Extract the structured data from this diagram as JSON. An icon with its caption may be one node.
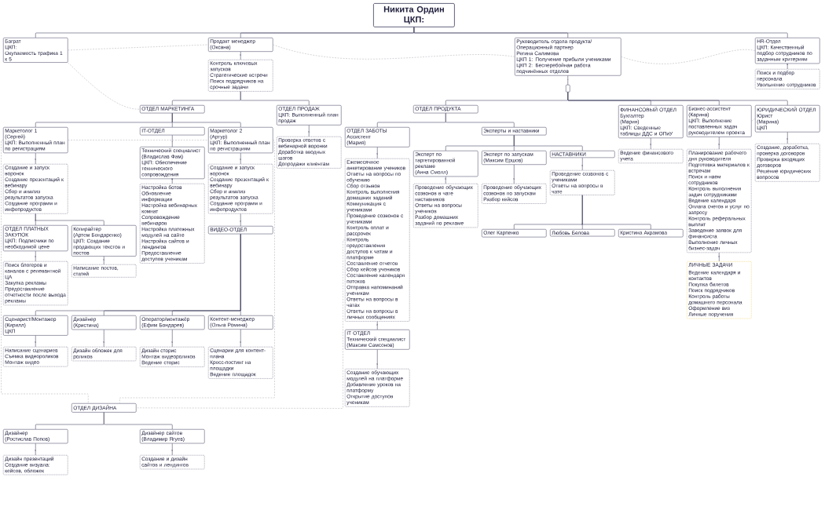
{
  "diagram": {
    "nodes": [
      {
        "text": [
          "Никита Ордин",
          "ЦКП:"
        ]
      },
      {
        "text": [
          "Баграт",
          "ЦКП:",
          "Окупаемость трафика 1 к 5"
        ]
      },
      {
        "text": [
          "Продакт менеджер",
          "(Оксана)"
        ]
      },
      {
        "text": [
          "Контроль ключевых запусков",
          "Стратегические встречи",
          "Поиск подрядчиков на срочные задачи"
        ]
      },
      {
        "text": [
          "Руководитель отдела продукта/",
          "Операционный партнер",
          "Регина Салимова",
          "ЦКП 1: Получение прибыли учениками",
          "ЦКП 2: Бесперебойная работа подчинённых отделов"
        ]
      },
      {
        "text": [
          "HR-Отдел",
          "ЦКП: Качественный подбор сотрудников по заданным критериям"
        ]
      },
      {
        "text": [
          "Поиск и подбор персонала",
          "Увольнение сотрудников"
        ]
      },
      {
        "text": [],
        "shape": "box"
      },
      {
        "text": [
          "ОТДЕЛ МАРКЕТИНГА"
        ]
      },
      {
        "text": [
          "ОТДЕЛ ПРОДАЖ",
          "ЦКП: Выполненный план продаж"
        ]
      },
      {
        "text": [
          "Проверка ответов с вебинарной воронки",
          "Доработка вводных шагов",
          "Допродажи клиентам"
        ]
      },
      {
        "text": [
          "Маркетолог 1",
          "(Сергей)",
          "ЦКП: Выполненный план по регистрациям"
        ]
      },
      {
        "text": [
          "IT-ОТДЕЛ"
        ]
      },
      {
        "text": [
          "Маркетолог 2",
          "(Артур)",
          "ЦКП: Выполненный план по регистрациям"
        ]
      },
      {
        "text": [
          "Создание и запуск воронок",
          "Создание презентаций к вебинару",
          "Сбор и анализ результатов запуска",
          "Создание программ и инфопродуктов"
        ]
      },
      {
        "text": [
          "Создание и запуск воронок",
          "Создание презентаций к вебинару",
          "Сбор и анализ результатов запуска",
          "Создание программ и инфопродуктов"
        ]
      },
      {
        "text": [
          "ОТДЕЛ ПЛАТНЫХ ЗАКУПОК",
          "ЦКП: Подписчики по необходимой цене"
        ]
      },
      {
        "text": [
          "Копирайтер",
          "(Артем Бондаренко)",
          "ЦКП: Создание продающих текстов и постов"
        ]
      },
      {
        "text": [
          "Поиск блогеров и каналов с релевантной ЦА",
          "Закупка рекламы",
          "Предоставление отчетности после выхода рекламы"
        ]
      },
      {
        "text": [
          "Написание постов, статей"
        ]
      },
      {
        "text": [
          "Технический специалист",
          "(Владислав Фам)",
          "ЦКП: Обеспечение технического сопровождения"
        ]
      },
      {
        "text": [
          "Настройка ботов",
          "Обновление информации",
          "Настройка вебинарных комнат",
          "Сопровождение вебинаров",
          "Настройка платежных модулей на сайте",
          "Настройка сайтов и лендингов",
          "Предоставление доступов ученикам"
        ]
      },
      {
        "text": [
          "ВИДЕО-ОТДЕЛ"
        ]
      },
      {
        "text": [
          "Сценарист/Монтажер",
          "(Кирилл)",
          "ЦКП"
        ]
      },
      {
        "text": [
          "Дизайнер",
          "(Кристина)"
        ]
      },
      {
        "text": [
          "Оператор/монтажёр",
          "(Ефим Бондарев)"
        ]
      },
      {
        "text": [
          "Контент-менеджер",
          "(Ольга Ромина)"
        ]
      },
      {
        "text": [
          "Написание сценариев",
          "Съемка видеороликов",
          "Монтаж видео"
        ]
      },
      {
        "text": [
          "Дизайн обложек для роликов"
        ]
      },
      {
        "text": [
          "Дизайн сторис",
          "Монтаж видеороликов",
          "Ведение сторис"
        ]
      },
      {
        "text": [
          "Сценарии для контент-плана",
          "Кросс-постинг на площадки",
          "Ведение площадок"
        ]
      },
      {
        "text": [
          "ОТДЕЛ ДИЗАЙНА"
        ]
      },
      {
        "text": [
          "Дизайнер",
          "(Ростислав Попов)"
        ]
      },
      {
        "text": [
          "Дизайнер сайтов",
          "(Владимир Ягуев)"
        ]
      },
      {
        "text": [
          "Дизайн презентаций",
          "Создание визуала: кейсов, обложек"
        ]
      },
      {
        "text": [
          "Создание и дизайн сайтов и лендингов"
        ]
      },
      {
        "text": [
          "ОТДЕЛ ПРОДУКТА"
        ]
      },
      {
        "text": [
          "ФИНАНСОВЫЙ ОТДЕЛ",
          "Бухгалтер",
          "(Мария)",
          "ЦКП: Сведенные таблицы ДДС и ОПиУ"
        ]
      },
      {
        "text": [
          "Бизнес-ассистент",
          "(Карина)",
          "ЦКП: Выполнение поставленных задач руководителем проекта"
        ]
      },
      {
        "text": [
          "ЮРИДИЧЕСКИЙ ОТДЕЛ",
          "Юрист",
          "(Марина)",
          "ЦКП"
        ]
      },
      {
        "text": [
          "Ведение финансового учета"
        ]
      },
      {
        "text": [
          "Планирование рабочего дня руководителя",
          "Подготовка материалов к встречам",
          "Поиск и наем сотрудников",
          "Контроль выполнения задач сотрудниками",
          "Ведение календаря",
          "Оплата счетов и услуг по запросу",
          "Контроль реферальных выплат",
          "Заведение заявок для финансиста",
          "Выполнение личных бизнес-задач"
        ]
      },
      {
        "text": [
          "ЛИЧНЫЕ ЗАДАЧИ",
          "Ведение календаря и контактов",
          "Покупка билетов",
          "Поиск подрядчиков",
          "Контроль работы домашнего персонала",
          "Оформление виз",
          "Личные поручения"
        ]
      },
      {
        "text": [
          "Создание, доработка, проверка договоров",
          "Проверка входящих договоров",
          "Решение юридических вопросов"
        ]
      },
      {
        "text": [
          "ОТДЕЛ ЗАБОТЫ",
          "Ассистент",
          "(Мария)"
        ]
      },
      {
        "text": [
          "Эксперты и наставники"
        ]
      },
      {
        "text": [
          "Ежемесячное анкетирование учеников",
          "Ответы на вопросы по обучению",
          "Сбор отзывов",
          "Контроль выполнения домашних заданий",
          "Коммуникация с учениками",
          "Проведение созвонов с учениками",
          "Контроль оплат и рассрочек",
          "Контроль предоставления доступов к чатам и платформе",
          "Составление отчетов",
          "Сбор кейсов учеников",
          "Составление календаря потоков",
          "Отправка напоминаний ученикам",
          "Ответы на вопросы в чатах",
          "Ответы на вопросы в личных сообщениях"
        ]
      },
      {
        "text": [
          "IT ОТДЕЛ",
          "Технический специалист",
          "(Максим Самсонов)"
        ]
      },
      {
        "text": [
          "Создание обучающих модулей на платформе",
          "Добавление уроков на платформу",
          "Открытие доступов ученикам"
        ]
      },
      {
        "text": [
          "Эксперт по таргетированной рекламе",
          "(Анна Смолл)"
        ]
      },
      {
        "text": [
          "Эксперт по запускам",
          "(Максим Ершов)"
        ]
      },
      {
        "text": [
          "НАСТАВНИКИ"
        ]
      },
      {
        "text": [
          "Проведение обучающих созвонов в чате наставников",
          "Ответы на вопросы учеников",
          "Разбор домашних заданий по рекламе"
        ]
      },
      {
        "text": [
          "Проведение обучающих созвонов по запускам",
          "Разбор кейсов"
        ]
      },
      {
        "text": [
          "Проведение созвонов с учениками",
          "Ответы на вопросы в чате"
        ]
      },
      {
        "text": [
          "Олег Карпенко"
        ]
      },
      {
        "text": [
          "Любовь Белова"
        ]
      },
      {
        "text": [
          "Кристина Акрамова"
        ]
      }
    ],
    "edges": [
      {
        "from": 0,
        "to": 1,
        "arrow": "none"
      },
      {
        "from": 0,
        "to": 2,
        "arrow": "none"
      },
      {
        "from": 0,
        "to": 4,
        "arrow": "none"
      },
      {
        "from": 0,
        "to": 5,
        "arrow": "none"
      },
      {
        "from": 2,
        "to": 3,
        "arrow": "none"
      },
      {
        "from": 3,
        "to": 8,
        "arrow": "none"
      },
      {
        "from": 3,
        "to": 9,
        "arrow": "none"
      },
      {
        "from": 9,
        "to": 10,
        "arrow": "none"
      },
      {
        "from": 4,
        "to": 7,
        "arrow": "none"
      },
      {
        "from": 5,
        "to": 6,
        "arrow": "none"
      },
      {
        "from": 7,
        "to": 36,
        "arrow": "none"
      },
      {
        "from": 7,
        "to": 37,
        "arrow": "none"
      },
      {
        "from": 7,
        "to": 38,
        "arrow": "none"
      },
      {
        "from": 7,
        "to": 39,
        "arrow": "none"
      },
      {
        "from": 8,
        "to": 11,
        "arrow": "none"
      },
      {
        "from": 8,
        "to": 12,
        "arrow": "none"
      },
      {
        "from": 8,
        "to": 13,
        "arrow": "none"
      },
      {
        "from": 11,
        "to": 14,
        "arrow": "none"
      },
      {
        "from": 14,
        "to": 16,
        "arrow": "none"
      },
      {
        "from": 14,
        "to": 17,
        "arrow": "none"
      },
      {
        "from": 16,
        "to": 18,
        "arrow": "none"
      },
      {
        "from": 17,
        "to": 19,
        "arrow": "none"
      },
      {
        "from": 12,
        "to": 20,
        "arrow": "none"
      },
      {
        "from": 20,
        "to": 21,
        "arrow": "none"
      },
      {
        "from": 13,
        "to": 15,
        "arrow": "none"
      },
      {
        "from": 15,
        "to": 22,
        "arrow": "none"
      },
      {
        "from": 22,
        "to": 23,
        "arrow": "none"
      },
      {
        "from": 22,
        "to": 24,
        "arrow": "none"
      },
      {
        "from": 22,
        "to": 25,
        "arrow": "none"
      },
      {
        "from": 22,
        "to": 26,
        "arrow": "none"
      },
      {
        "from": 23,
        "to": 27,
        "arrow": "none"
      },
      {
        "from": 24,
        "to": 28,
        "arrow": "none"
      },
      {
        "from": 25,
        "to": 29,
        "arrow": "none"
      },
      {
        "from": 26,
        "to": 30,
        "arrow": "none"
      },
      {
        "from": 31,
        "to": 32,
        "arrow": "none"
      },
      {
        "from": 31,
        "to": 33,
        "arrow": "none"
      },
      {
        "from": 32,
        "to": 34,
        "arrow": "none"
      },
      {
        "from": 33,
        "to": 35,
        "arrow": "none"
      },
      {
        "from": 36,
        "to": 44,
        "arrow": "none"
      },
      {
        "from": 36,
        "to": 45,
        "arrow": "none"
      },
      {
        "from": 44,
        "to": 46,
        "arrow": "none"
      },
      {
        "from": 46,
        "to": 47,
        "arrow": "none"
      },
      {
        "from": 47,
        "to": 48,
        "arrow": "none"
      },
      {
        "from": 45,
        "to": 49,
        "arrow": "none"
      },
      {
        "from": 45,
        "to": 50,
        "arrow": "none"
      },
      {
        "from": 45,
        "to": 51,
        "arrow": "none"
      },
      {
        "from": 49,
        "to": 52,
        "arrow": "none"
      },
      {
        "from": 50,
        "to": 53,
        "arrow": "none"
      },
      {
        "from": 51,
        "to": 54,
        "arrow": "none"
      },
      {
        "from": 54,
        "to": 55,
        "arrow": "none"
      },
      {
        "from": 54,
        "to": 56,
        "arrow": "none"
      },
      {
        "from": 54,
        "to": 57,
        "arrow": "none"
      },
      {
        "from": 37,
        "to": 40,
        "arrow": "none"
      },
      {
        "from": 38,
        "to": 41,
        "arrow": "none"
      },
      {
        "from": 41,
        "to": 42,
        "arrow": "none"
      },
      {
        "from": 39,
        "to": 43,
        "arrow": "none"
      },
      {
        "from": 1,
        "to": 2,
        "arrow": "none",
        "style": "dashed",
        "color": "#b4b4bc"
      },
      {
        "from": 1,
        "to": 8,
        "arrow": "none",
        "style": "dashed",
        "color": "#b4b4bc"
      },
      {
        "from": 2,
        "to": 4,
        "arrow": "none",
        "style": "dashed",
        "color": "#b4b4bc"
      },
      {
        "from": 4,
        "to": 5,
        "arrow": "none",
        "style": "dashed",
        "color": "#b4b4bc"
      },
      {
        "from": 38,
        "to": 39,
        "arrow": "none",
        "style": "dashed",
        "color": "#b4b4bc"
      },
      {
        "from": 11,
        "to": 13,
        "arrow": "none",
        "style": "dashed",
        "color": "#b4b4bc"
      },
      {
        "from": 11,
        "to": 31,
        "arrow": "none",
        "style": "dashed",
        "color": "#b4b4bc"
      },
      {
        "from": 13,
        "to": 31,
        "arrow": "none",
        "style": "dashed",
        "color": "#b4b4bc"
      },
      {
        "from": 46,
        "to": 31,
        "arrow": "none",
        "style": "dashed",
        "color": "#b4b4bc"
      }
    ]
  }
}
